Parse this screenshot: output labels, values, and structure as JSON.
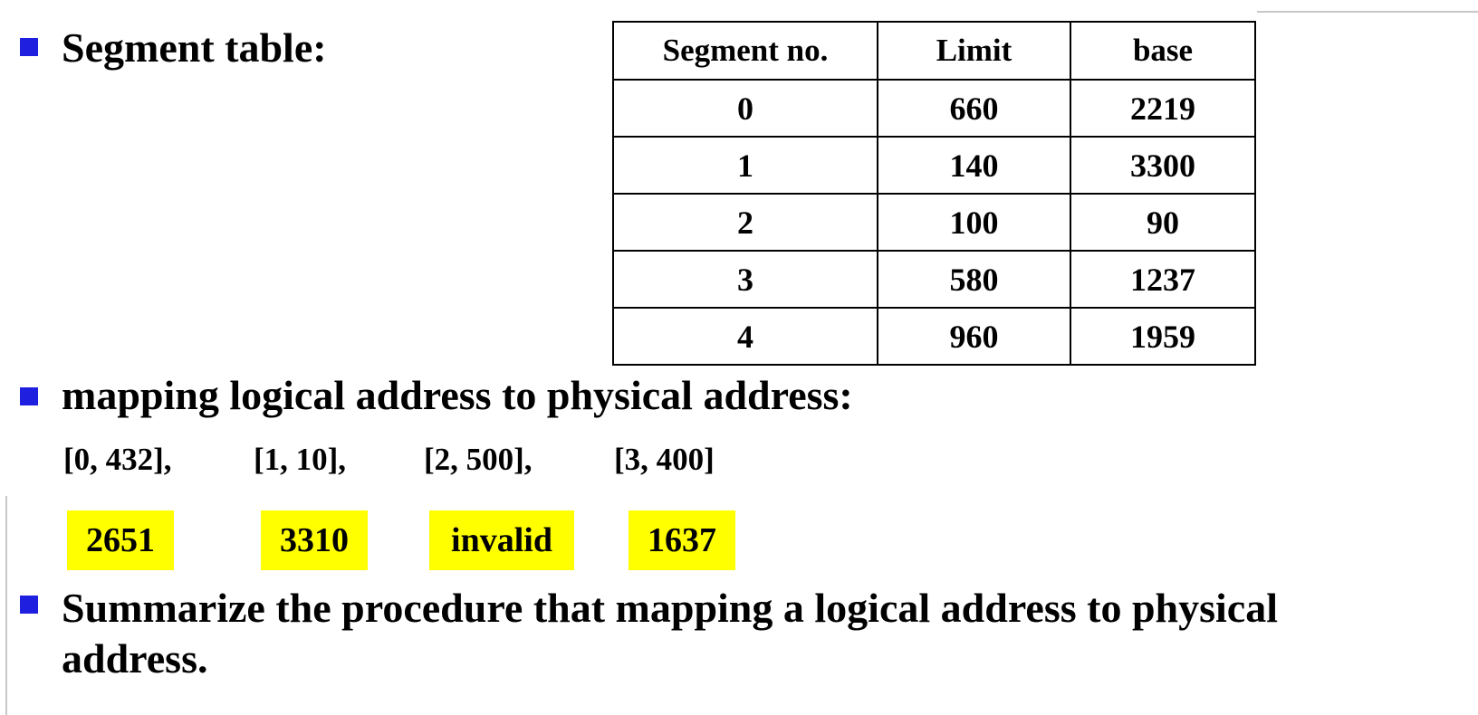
{
  "section1": {
    "title": "Segment table:"
  },
  "segment_table": {
    "headers": [
      "Segment no.",
      "Limit",
      "base"
    ],
    "rows": [
      [
        "0",
        "660",
        "2219"
      ],
      [
        "1",
        "140",
        "3300"
      ],
      [
        "2",
        "100",
        "90"
      ],
      [
        "3",
        "580",
        "1237"
      ],
      [
        "4",
        "960",
        "1959"
      ]
    ]
  },
  "section2": {
    "title": "mapping logical address to physical address:",
    "addresses": [
      "[0, 432],",
      "[1, 10],",
      "[2, 500],",
      "[3, 400]"
    ],
    "results": [
      "2651",
      "3310",
      "invalid",
      "1637"
    ]
  },
  "section3": {
    "line1": "Summarize the procedure that mapping a logical address to physical",
    "line2": "address."
  },
  "colors": {
    "bullet": "#1f1fe0",
    "highlight": "#ffff00"
  }
}
